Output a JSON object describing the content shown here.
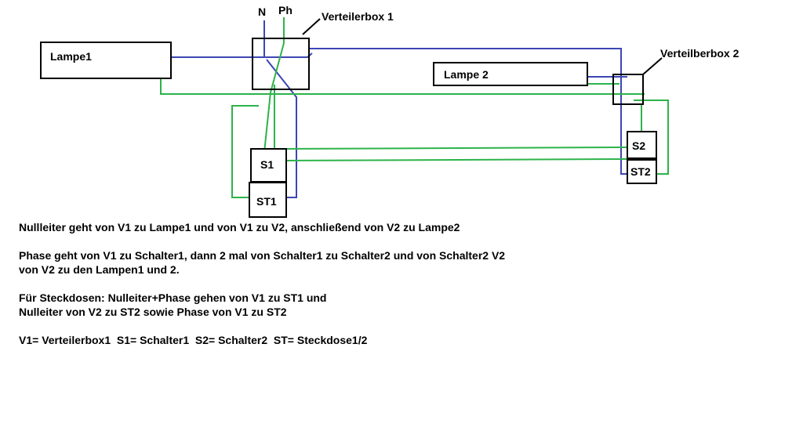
{
  "labels": {
    "lampe1": "Lampe1",
    "lampe2": "Lampe 2",
    "n": "N",
    "ph": "Ph",
    "verteilerbox1": "Verteilerbox 1",
    "verteilerbox2": "Verteilberbox 2",
    "s1": "S1",
    "st1": "ST1",
    "s2": "S2",
    "st2": "ST2"
  },
  "notes": {
    "line1": "Nullleiter geht von V1 zu Lampe1 und von V1 zu V2, anschließend von V2 zu Lampe2",
    "line2a": "Phase geht von V1 zu Schalter1, dann 2 mal von Schalter1 zu Schalter2 und von Schalter2 V2",
    "line2b": "von V2 zu den Lampen1 und 2.",
    "line3a": "Für Steckdosen: Nulleiter+Phase gehen von V1 zu ST1 und",
    "line3b": "Nulleiter von V2 zu ST2 sowie Phase von V1 zu ST2",
    "line4": "V1= Verteilerbox1  S1= Schalter1  S2= Schalter2  ST= Steckdose1/2"
  },
  "colors": {
    "neutral": "#3c46b4",
    "phase": "#2db34a",
    "outline": "#000000"
  }
}
